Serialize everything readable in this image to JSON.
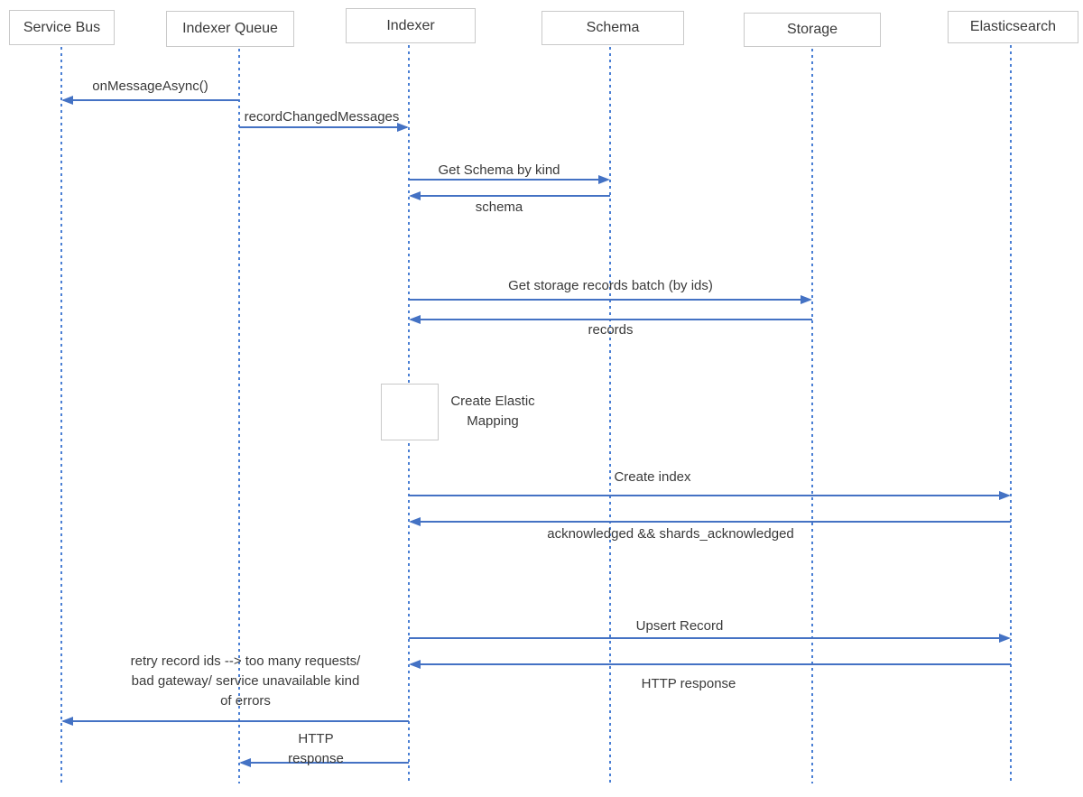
{
  "diagram": {
    "type": "sequence-diagram",
    "colors": {
      "arrow": "#4472c4",
      "lifeline": "#4a7fd4",
      "box_border": "#c9c9c9",
      "text": "#3a3a3a",
      "background": "#ffffff"
    },
    "participants": [
      {
        "label": "Service Bus"
      },
      {
        "label": "Indexer Queue"
      },
      {
        "label": "Indexer"
      },
      {
        "label": "Schema"
      },
      {
        "label": "Storage"
      },
      {
        "label": "Elasticsearch"
      }
    ],
    "messages": [
      {
        "label": "onMessageAsync()",
        "from": "Indexer Queue",
        "to": "Service Bus",
        "direction": "left"
      },
      {
        "label": "recordChangedMessages",
        "from": "Indexer Queue",
        "to": "Indexer",
        "direction": "right"
      },
      {
        "label": "Get Schema by kind",
        "from": "Indexer",
        "to": "Schema",
        "direction": "right"
      },
      {
        "label": "schema",
        "from": "Schema",
        "to": "Indexer",
        "direction": "left"
      },
      {
        "label": "Get storage records batch (by ids)",
        "from": "Indexer",
        "to": "Storage",
        "direction": "right"
      },
      {
        "label": "records",
        "from": "Storage",
        "to": "Indexer",
        "direction": "left"
      },
      {
        "label": "Create Elastic\nMapping",
        "type": "self-activation",
        "on": "Indexer"
      },
      {
        "label": "Create index",
        "from": "Indexer",
        "to": "Elasticsearch",
        "direction": "right"
      },
      {
        "label": "acknowledged && shards_acknowledged",
        "from": "Elasticsearch",
        "to": "Indexer",
        "direction": "left"
      },
      {
        "label": "Upsert Record",
        "from": "Indexer",
        "to": "Elasticsearch",
        "direction": "right"
      },
      {
        "label": "HTTP response",
        "from": "Elasticsearch",
        "to": "Indexer",
        "direction": "left"
      },
      {
        "label": "retry record ids --> too many requests/\nbad gateway/ service unavailable kind\nof errors",
        "from": "Indexer",
        "to": "Service Bus",
        "direction": "left"
      },
      {
        "label": "HTTP\nresponse",
        "from": "Indexer",
        "to": "Indexer Queue",
        "direction": "left"
      }
    ]
  }
}
